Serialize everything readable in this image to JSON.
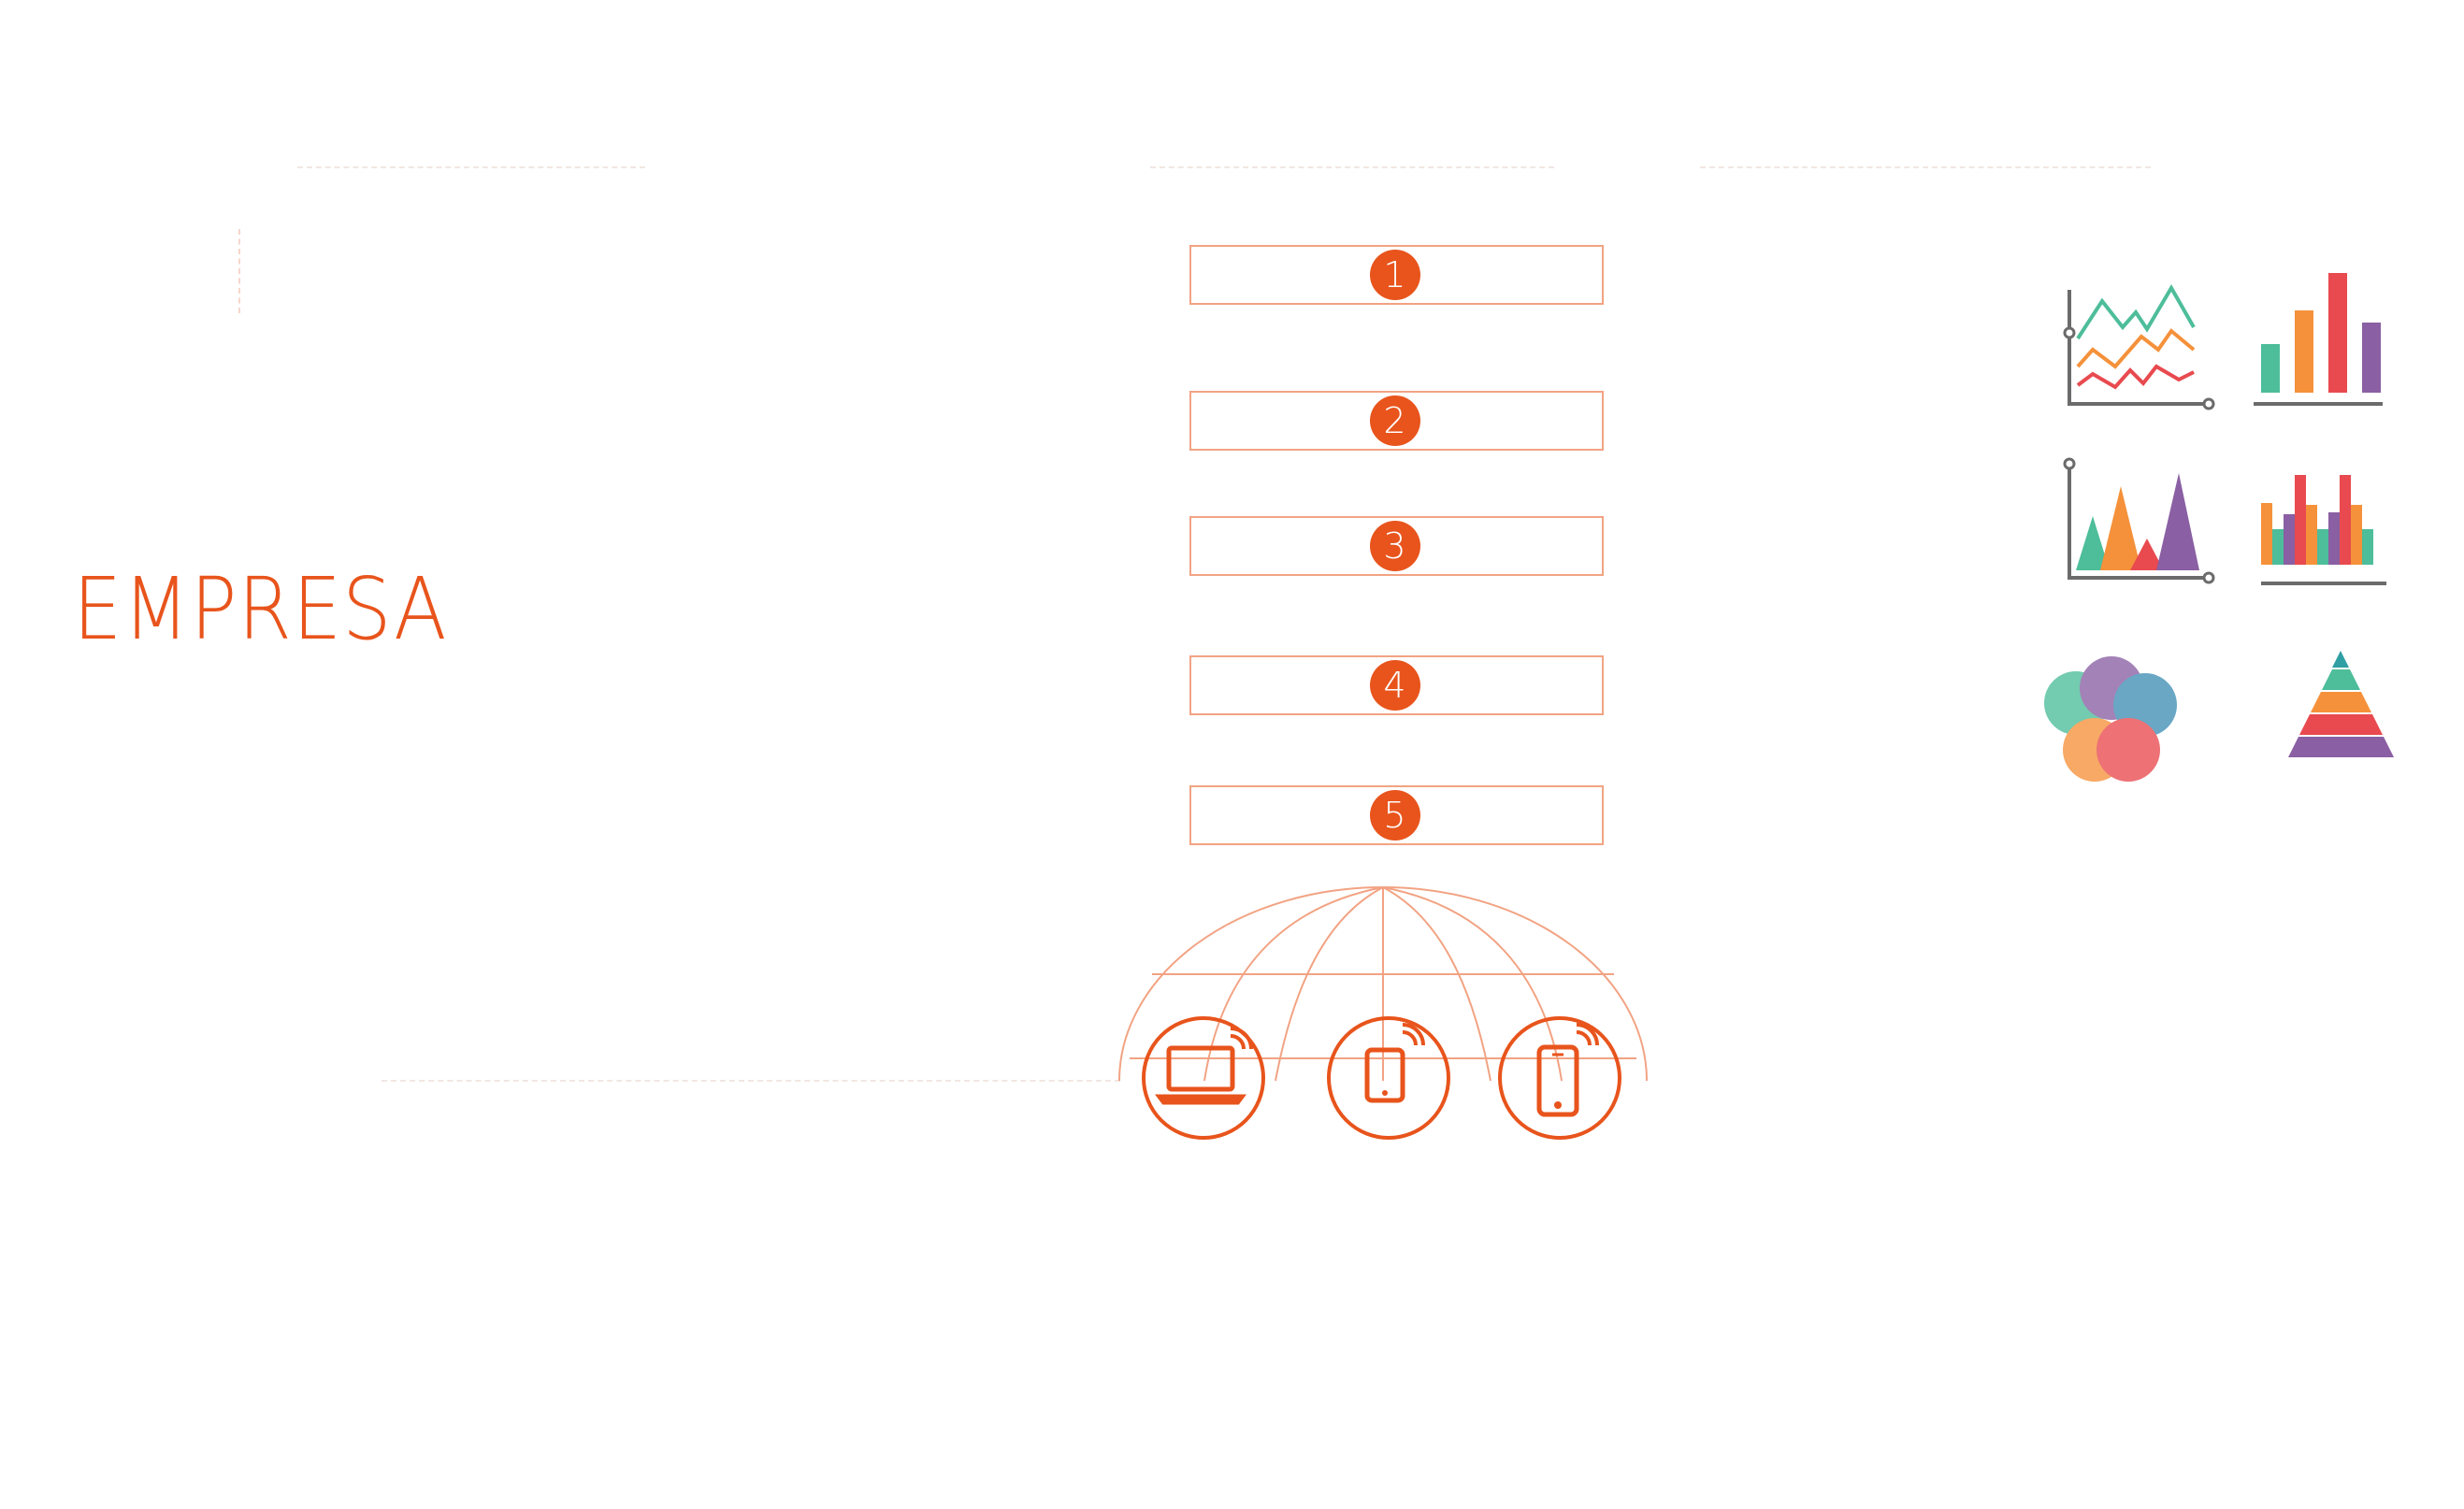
{
  "title": "EMPRESA",
  "steps": [
    {
      "number": "1"
    },
    {
      "number": "2"
    },
    {
      "number": "3"
    },
    {
      "number": "4"
    },
    {
      "number": "5"
    }
  ],
  "devices": [
    {
      "icon": "laptop-icon"
    },
    {
      "icon": "tablet-icon"
    },
    {
      "icon": "smartphone-icon"
    }
  ],
  "chart_icons": [
    "line-chart-icon",
    "bar-chart-icon",
    "area-chart-icon",
    "grouped-bar-chart-icon",
    "venn-diagram-icon",
    "pyramid-chart-icon"
  ],
  "colors": {
    "accent": "#e8541c",
    "outline": "#f2a383",
    "teal": "#4dbd9a",
    "orange": "#f5913a",
    "red": "#e84a4f",
    "purple": "#8a5fa3",
    "gray": "#6b6b6b"
  }
}
